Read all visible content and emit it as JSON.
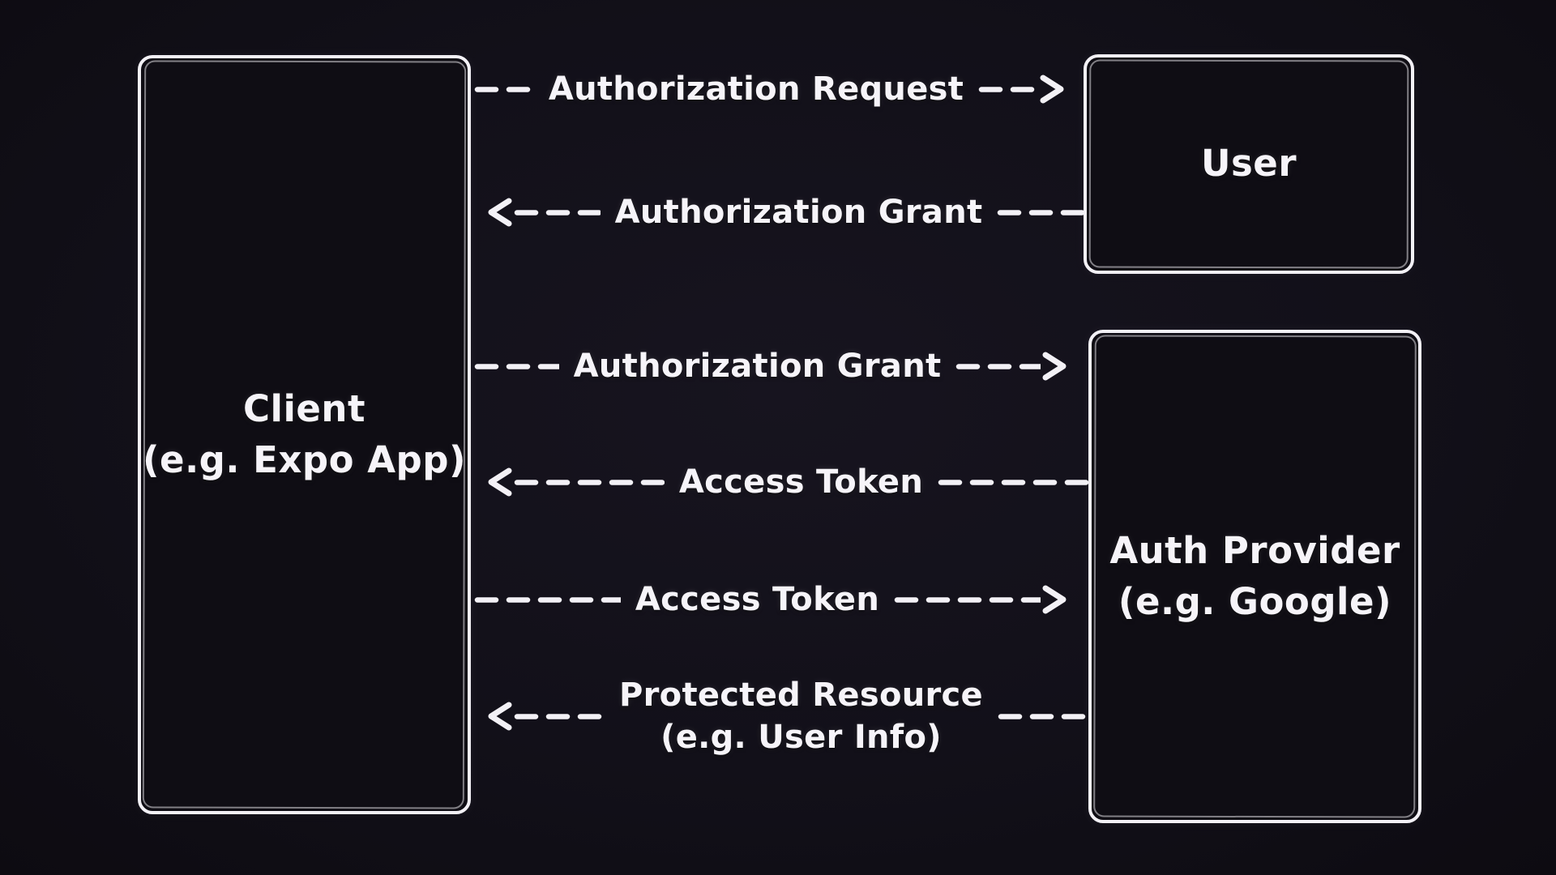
{
  "canvas": {
    "colors": {
      "background": "#121019",
      "stroke": "#f3f1f6",
      "text": "#f6f4f9",
      "box_fill": "#0f0d14"
    }
  },
  "boxes": {
    "client": {
      "title": "Client",
      "subtitle": "(e.g. Expo App)"
    },
    "user": {
      "title": "User"
    },
    "auth_provider": {
      "title": "Auth Provider",
      "subtitle": "(e.g. Google)"
    }
  },
  "arrows": [
    {
      "id": "authorization-request",
      "label_lines": [
        "Authorization Request"
      ],
      "direction": "right",
      "from": "client",
      "to": "user"
    },
    {
      "id": "authorization-grant-1",
      "label_lines": [
        "Authorization Grant"
      ],
      "direction": "left",
      "from": "user",
      "to": "client"
    },
    {
      "id": "authorization-grant-2",
      "label_lines": [
        "Authorization Grant"
      ],
      "direction": "right",
      "from": "client",
      "to": "auth_provider"
    },
    {
      "id": "access-token-1",
      "label_lines": [
        "Access Token"
      ],
      "direction": "left",
      "from": "auth_provider",
      "to": "client"
    },
    {
      "id": "access-token-2",
      "label_lines": [
        "Access Token"
      ],
      "direction": "right",
      "from": "client",
      "to": "auth_provider"
    },
    {
      "id": "protected-resource",
      "label_lines": [
        "Protected Resource",
        "(e.g. User Info)"
      ],
      "direction": "left",
      "from": "auth_provider",
      "to": "client"
    }
  ]
}
